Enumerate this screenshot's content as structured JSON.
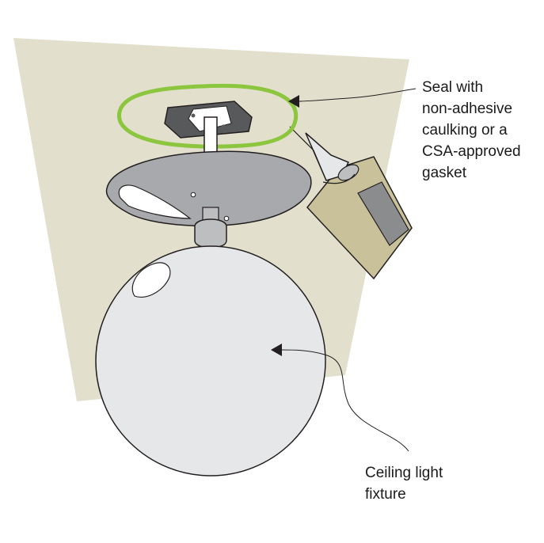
{
  "labels": {
    "seal": [
      "Seal with",
      "non-adhesive",
      "caulking or a",
      "CSA-approved",
      "gasket"
    ],
    "fixture": [
      "Ceiling light",
      "fixture"
    ]
  },
  "colors": {
    "ceiling": "#e2e0cc",
    "seal_highlight": "#8cc63f",
    "canopy": "#a7a9ac",
    "globe": "#e6e7e8",
    "bracket": "#58595b",
    "caulk_gun_body": "#c8c19a",
    "caulk_tube": "#8a8c8e",
    "outline": "#231f20"
  }
}
